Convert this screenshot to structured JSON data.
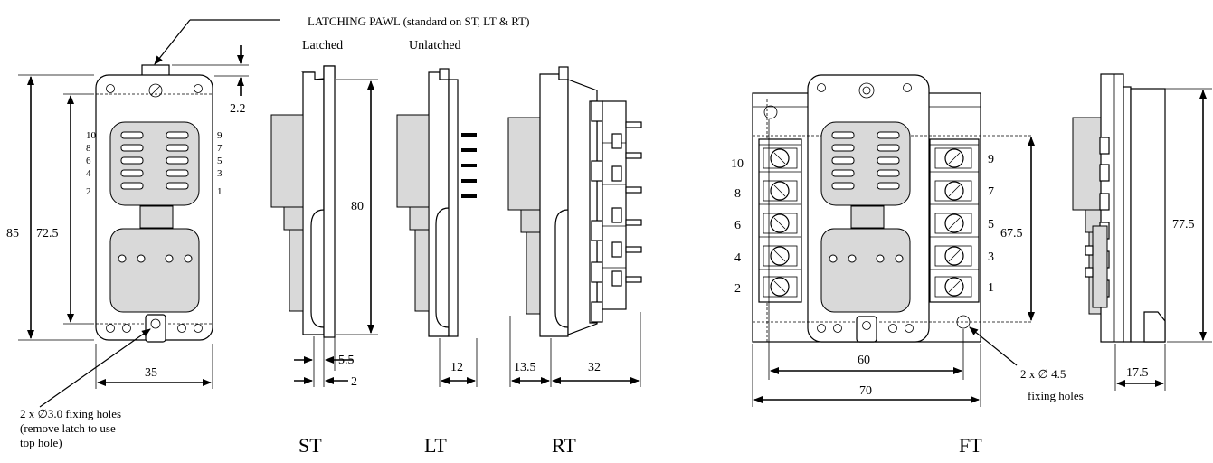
{
  "notes": {
    "pawl": "LATCHING PAWL (standard on ST, LT & RT)",
    "latched": "Latched",
    "unlatched": "Unlatched",
    "holes_left_1": "2 x ∅3.0 fixing holes",
    "holes_left_2": "(remove latch to use",
    "holes_left_3": "top hole)",
    "holes_right_1": "2 x ∅ 4.5",
    "holes_right_2": "fixing holes"
  },
  "models": {
    "st": "ST",
    "lt": "LT",
    "rt": "RT",
    "ft": "FT"
  },
  "dims": {
    "d85": "85",
    "d72_5": "72.5",
    "d2_2": "2.2",
    "d35": "35",
    "d80": "80",
    "d5_5": "5.5",
    "d2": "2",
    "d12": "12",
    "d13_5": "13.5",
    "d32": "32",
    "d67_5": "67.5",
    "d60": "60",
    "d70": "70",
    "d77_5": "77.5",
    "d17_5": "17.5"
  },
  "pins_left": [
    "10",
    "8",
    "6",
    "4",
    "2"
  ],
  "pins_right": [
    "9",
    "7",
    "5",
    "3",
    "1"
  ],
  "ft_left": [
    "10",
    "8",
    "6",
    "4",
    "2"
  ],
  "ft_right": [
    "9",
    "7",
    "5",
    "3",
    "1"
  ]
}
